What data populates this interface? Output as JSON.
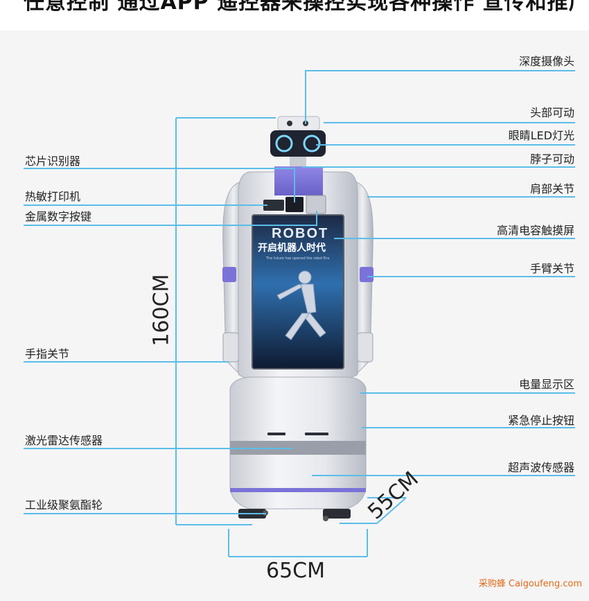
{
  "headline": "任意控制 通过APP 遥控器来操控实现各种操作 宣传和推广",
  "robot": {
    "screen_title": "ROBOT",
    "screen_slogan": "开启机器人时代",
    "screen_tagline": "The future has opened the robot Era"
  },
  "labels_right": [
    "深度摄像头",
    "头部可动",
    "眼睛LED灯光",
    "脖子可动",
    "肩部关节",
    "高清电容触摸屏",
    "手臂关节",
    "电量显示区",
    "紧急停止按钮",
    "超声波传感器"
  ],
  "labels_left": [
    "芯片识别器",
    "热敏打印机",
    "金属数字按键",
    "手指关节",
    "激光雷达传感器",
    "工业级聚氨酯轮"
  ],
  "dimensions": {
    "height": "160CM",
    "width": "65CM",
    "depth": "55CM"
  },
  "watermark": "采购蜂 Caigoufeng.com",
  "colors": {
    "line": "#5bbde8",
    "accent": "#7b72d8",
    "watermark": "#e06a1a"
  }
}
